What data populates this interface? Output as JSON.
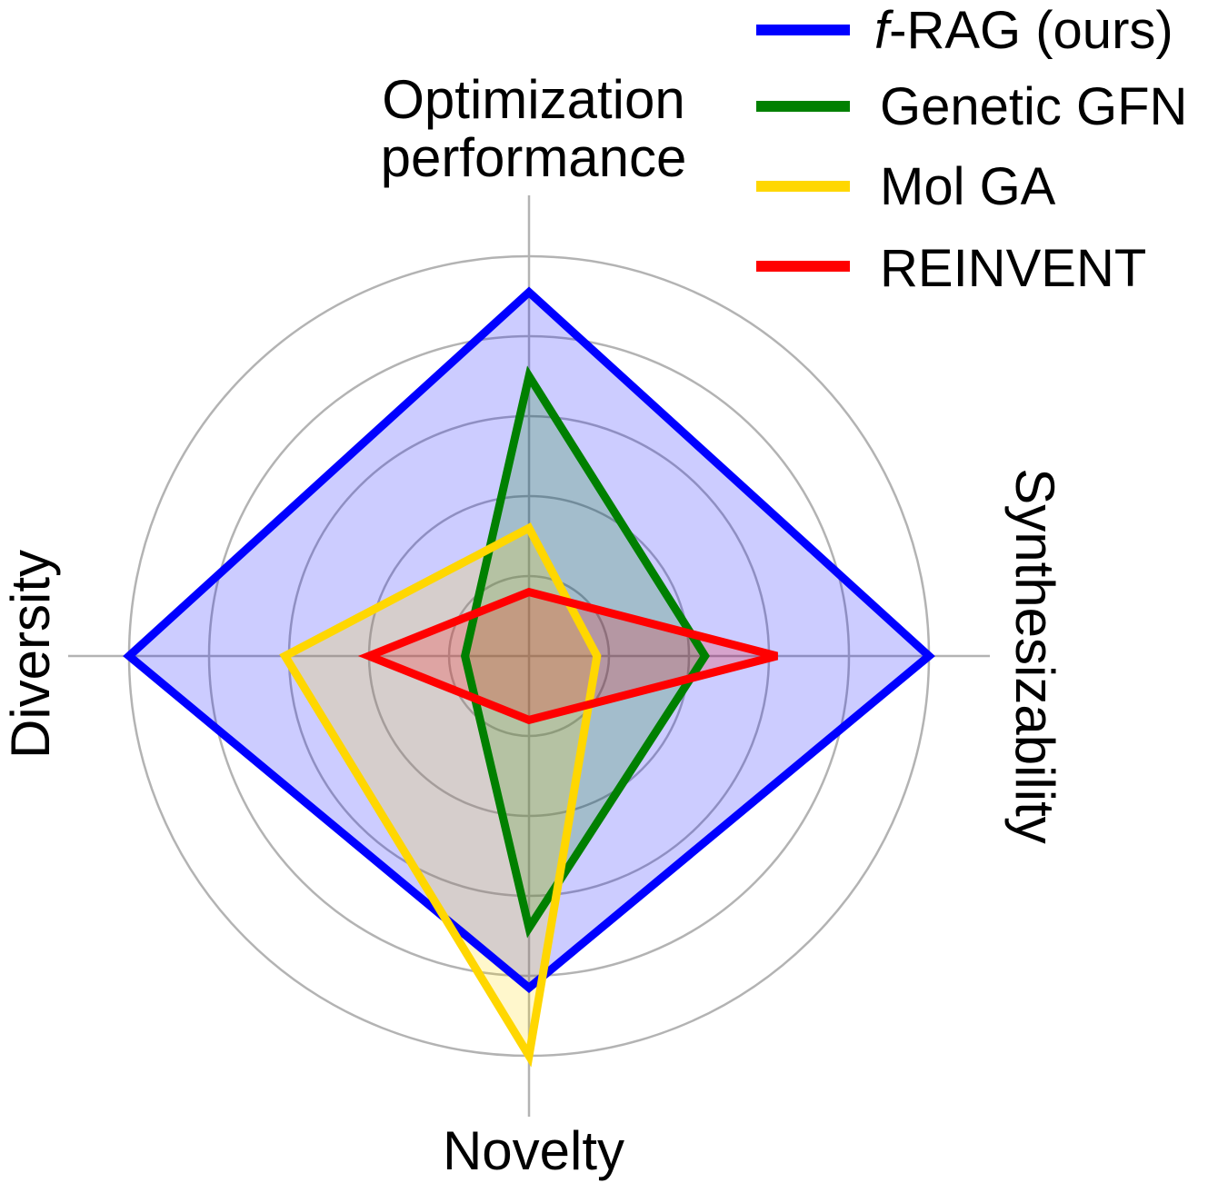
{
  "chart_data": {
    "type": "radar",
    "axes": [
      "Optimization performance",
      "Synthesizability",
      "Novelty",
      "Diversity"
    ],
    "axis_labels": {
      "top": [
        "Optimization",
        "performance"
      ],
      "right": "Synthesizability",
      "bottom": "Novelty",
      "left": "Diversity"
    },
    "rmax": 1.0,
    "grid_levels": [
      0.2,
      0.4,
      0.6,
      0.8,
      1.0
    ],
    "grid": true,
    "legend_placement": "top-right",
    "series": [
      {
        "name_prefix": "f",
        "name_rest": "-RAG (ours)",
        "color": "#0000ff",
        "fill": "#0000ff",
        "fill_opacity": 0.2,
        "values": [
          0.91,
          1.0,
          0.83,
          1.0
        ]
      },
      {
        "name": "Genetic GFN",
        "color": "#008000",
        "fill": "#008000",
        "fill_opacity": 0.2,
        "values": [
          0.7,
          0.44,
          0.68,
          0.16
        ]
      },
      {
        "name": "Mol GA",
        "color": "#ffd700",
        "fill": "#ffd700",
        "fill_opacity": 0.2,
        "values": [
          0.32,
          0.17,
          1.0,
          0.61
        ]
      },
      {
        "name": "REINVENT",
        "color": "#ff0000",
        "fill": "#ff0000",
        "fill_opacity": 0.2,
        "values": [
          0.16,
          0.62,
          0.16,
          0.4
        ]
      }
    ]
  }
}
